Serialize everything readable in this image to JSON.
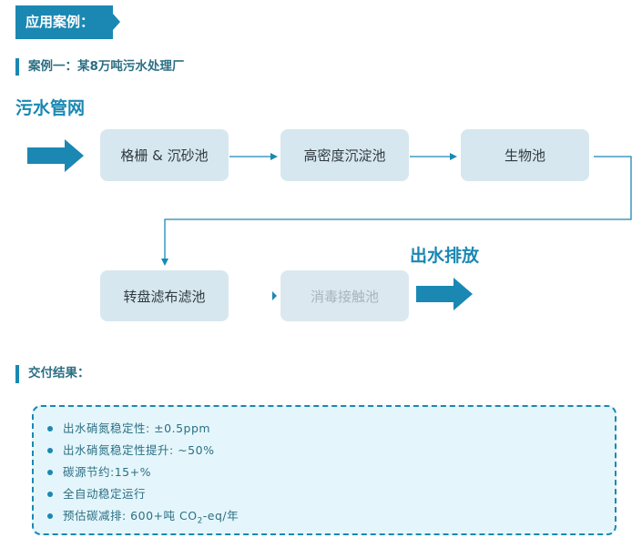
{
  "header": {
    "tag_label": "应用案例："
  },
  "case": {
    "title": "案例一：某8万吨污水处理厂"
  },
  "flow": {
    "source_label": "污水管网",
    "nodes": [
      {
        "label": "格栅 & 沉砂池"
      },
      {
        "label": "高密度沉淀池"
      },
      {
        "label": "生物池"
      },
      {
        "label": "转盘滤布滤池"
      },
      {
        "label": "消毒接触池"
      }
    ],
    "output_label": "出水排放"
  },
  "delivery": {
    "title": "交付结果：",
    "items": [
      {
        "text": "出水硝氮稳定性: ±0.5ppm"
      },
      {
        "text": "出水硝氮稳定性提升: ~50%"
      },
      {
        "text": "碳源节约:15+%"
      },
      {
        "text": "全自动稳定运行"
      },
      {
        "prefix": "预估碳减排: 600+吨 CO",
        "sub": "2",
        "suffix": "-eq/年"
      }
    ]
  },
  "colors": {
    "accent": "#1a88b3",
    "node_fill": "#d7e7ef",
    "results_fill": "#e4f6fb",
    "text": "#2d6f84"
  }
}
